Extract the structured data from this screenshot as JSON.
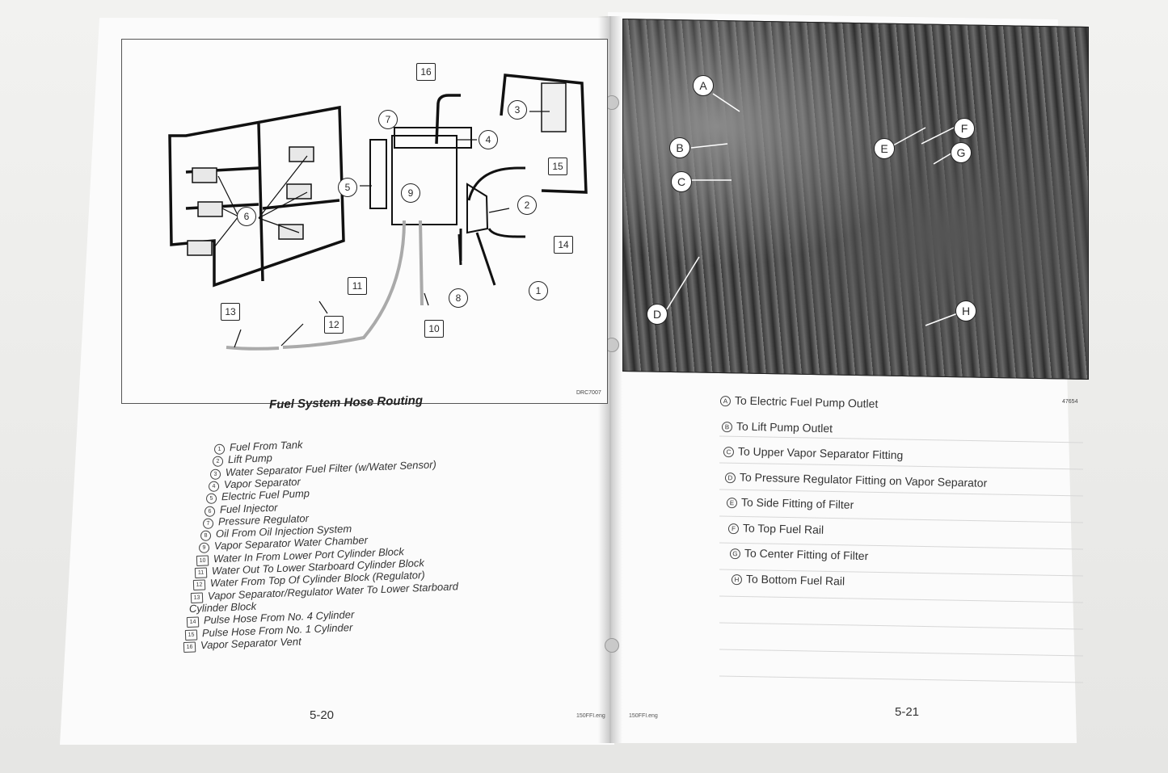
{
  "left_page": {
    "figure_id": "DRC7007",
    "caption": "Fuel System Hose Routing",
    "callouts": [
      "1",
      "2",
      "3",
      "4",
      "5",
      "6",
      "7",
      "8",
      "9",
      "10",
      "11",
      "12",
      "13",
      "14",
      "15",
      "16"
    ],
    "legend": [
      {
        "num": "1",
        "text": "Fuel From Tank",
        "style": "circle"
      },
      {
        "num": "2",
        "text": "Lift Pump",
        "style": "circle"
      },
      {
        "num": "3",
        "text": "Water Separator Fuel Filter (w/Water Sensor)",
        "style": "circle"
      },
      {
        "num": "4",
        "text": "Vapor Separator",
        "style": "circle"
      },
      {
        "num": "5",
        "text": "Electric Fuel Pump",
        "style": "circle"
      },
      {
        "num": "6",
        "text": "Fuel Injector",
        "style": "circle"
      },
      {
        "num": "7",
        "text": "Pressure Regulator",
        "style": "circle"
      },
      {
        "num": "8",
        "text": "Oil From Oil Injection System",
        "style": "circle"
      },
      {
        "num": "9",
        "text": "Vapor Separator Water Chamber",
        "style": "circle"
      },
      {
        "num": "10",
        "text": "Water In From Lower Port Cylinder Block",
        "style": "square"
      },
      {
        "num": "11",
        "text": "Water Out To Lower Starboard Cylinder Block",
        "style": "square"
      },
      {
        "num": "12",
        "text": "Water From Top Of Cylinder Block (Regulator)",
        "style": "square"
      },
      {
        "num": "13",
        "text": "Vapor Separator/Regulator Water To Lower Starboard",
        "style": "square"
      },
      {
        "num": "",
        "text": "Cylinder Block",
        "style": "none"
      },
      {
        "num": "14",
        "text": "Pulse Hose From No. 4 Cylinder",
        "style": "square"
      },
      {
        "num": "15",
        "text": "Pulse Hose From No. 1 Cylinder",
        "style": "square"
      },
      {
        "num": "16",
        "text": "Vapor Separator Vent",
        "style": "square"
      }
    ],
    "page_number": "5-20",
    "footer_tag": "150FFI.eng"
  },
  "right_page": {
    "photo_id": "47654",
    "photo_labels": [
      "A",
      "B",
      "C",
      "D",
      "E",
      "F",
      "G",
      "H"
    ],
    "legend": [
      {
        "letter": "A",
        "text": "To Electric Fuel Pump Outlet"
      },
      {
        "letter": "B",
        "text": "To Lift Pump Outlet"
      },
      {
        "letter": "C",
        "text": "To Upper Vapor Separator Fitting"
      },
      {
        "letter": "D",
        "text": "To Pressure Regulator Fitting on Vapor Separator"
      },
      {
        "letter": "E",
        "text": "To Side Fitting of Filter"
      },
      {
        "letter": "F",
        "text": "To Top Fuel Rail"
      },
      {
        "letter": "G",
        "text": "To Center Fitting of Filter"
      },
      {
        "letter": "H",
        "text": "To Bottom Fuel Rail"
      }
    ],
    "page_number": "5-21",
    "footer_tag": "150FFI.eng"
  }
}
